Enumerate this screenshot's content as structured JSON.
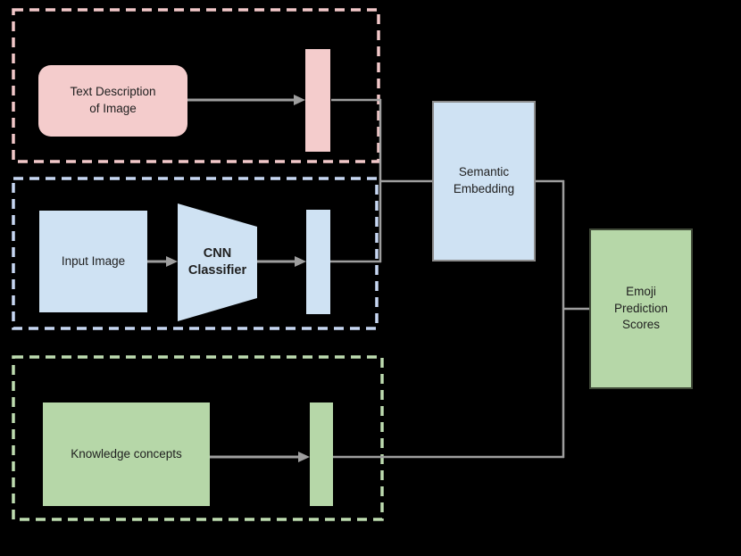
{
  "diagram": {
    "nodes": {
      "text_description": {
        "label": "Text Description\nof Image"
      },
      "input_image": {
        "label": "Input Image"
      },
      "cnn_classifier": {
        "label": "CNN\nClassifier"
      },
      "knowledge_concepts": {
        "label": "Knowledge concepts"
      },
      "semantic_embedding": {
        "label": "Semantic\nEmbedding"
      },
      "emoji_prediction_scores": {
        "label": "Emoji\nPrediction\nScores"
      }
    },
    "groups": {
      "text_branch_color": "#f2c8c9",
      "image_branch_color": "#c7d7f3",
      "knowledge_branch_color": "#bedcb0"
    }
  },
  "colors": {
    "background": "#000000",
    "pink_fill": "#f4cccc",
    "pink_dash": "#f2c8c9",
    "blue_fill": "#cfe2f3",
    "blue_dash": "#c7d7f3",
    "green_fill": "#b6d7a8",
    "green_dash": "#bedcb0",
    "connector": "#9e9e9e",
    "text": "#1f1f1f",
    "semantic_border": "#8c8c8c",
    "emoji_border": "#404a38"
  }
}
